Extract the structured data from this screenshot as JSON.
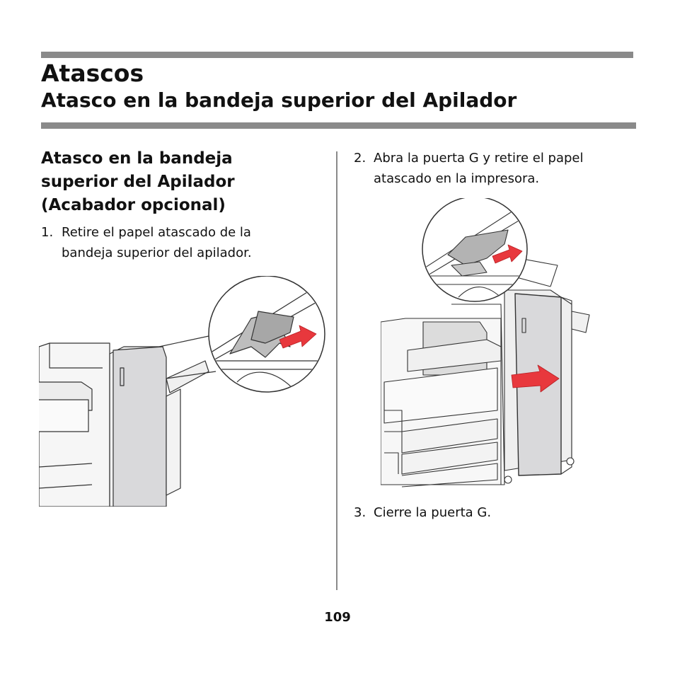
{
  "header": {
    "chapter_title": "Atascos",
    "section_title": "Atasco en la bandeja superior del Apilador"
  },
  "left_column": {
    "heading": "Atasco en la bandeja superior del Apilador (Acabador opcional)",
    "step1": {
      "number": "1.",
      "text": "Retire el papel atascado de la bandeja superior del apilador."
    },
    "illustration_icon": "stacker-top-tray-jam-illustration"
  },
  "right_column": {
    "step2": {
      "number": "2.",
      "text": "Abra la puerta G y retire el papel atascado en la impresora."
    },
    "illustration_icon": "open-door-g-illustration",
    "step3": {
      "number": "3.",
      "text": "Cierre la puerta G."
    }
  },
  "footer": {
    "page_number": "109"
  },
  "colors": {
    "rule": "#8a8a8a",
    "arrow": "#e8383d",
    "door": "#d9d9db"
  }
}
